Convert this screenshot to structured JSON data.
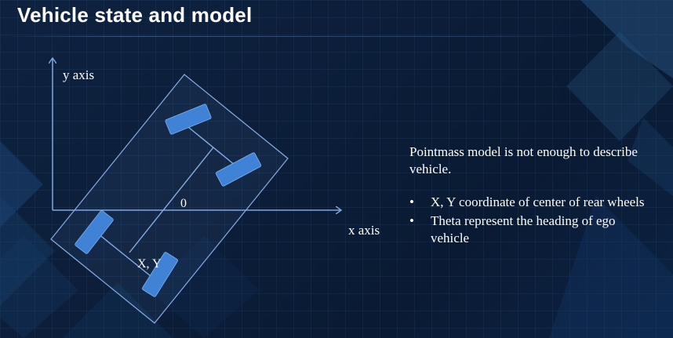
{
  "slide": {
    "title": "Vehicle state and model"
  },
  "diagram": {
    "y_axis_label": "y axis",
    "x_axis_label": "x axis",
    "origin_label": "0",
    "point_label": "X, Y"
  },
  "text_panel": {
    "intro": "Pointmass model is not enough to describe vehicle.",
    "bullet_symbol": "•",
    "bullets": [
      "X, Y coordinate of center of rear wheels",
      "Theta represent the heading of ego vehicle"
    ]
  },
  "colors": {
    "background": "#0b1d38",
    "axis": "#7fa6df",
    "vehicle_outline": "#86aee6",
    "wheel": "#3f82d6",
    "text": "#ffffff"
  }
}
